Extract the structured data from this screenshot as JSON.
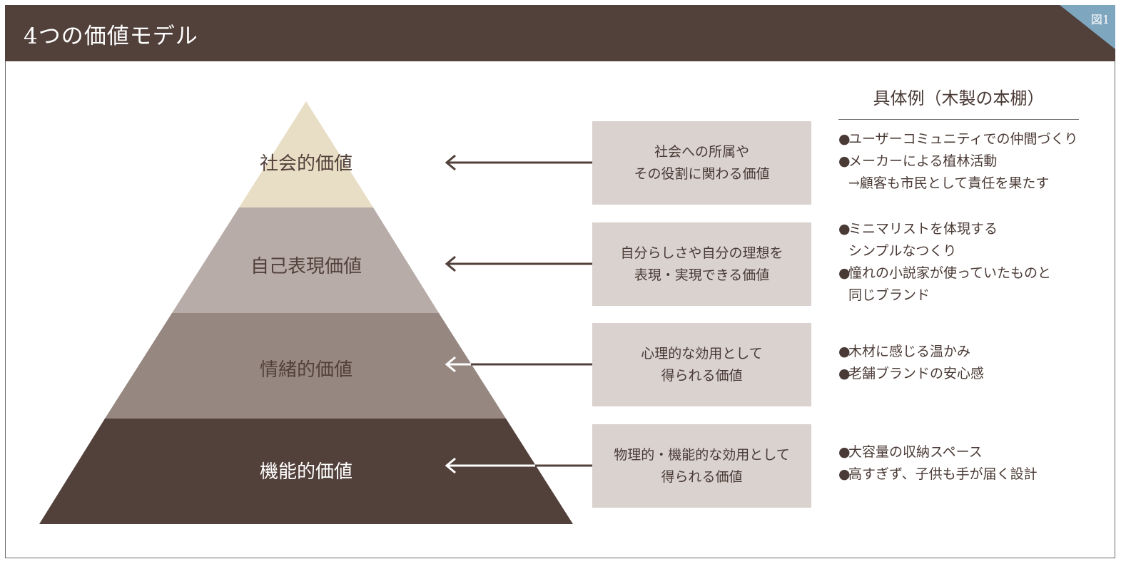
{
  "header": {
    "title": "4つの価値モデル",
    "figure_label": "図1"
  },
  "colors": {
    "header_bg": "#52403a",
    "corner_tab": "#7fa6bf",
    "tier_social": "#e8dec5",
    "tier_self_expression": "#b8aca8",
    "tier_emotional": "#978781",
    "tier_functional": "#52403a",
    "box_bg": "#d9d2cf",
    "arrow": "#52403a"
  },
  "pyramid": {
    "tiers": [
      {
        "label": "社会的価値",
        "description": [
          "社会への所属や",
          "その役割に関わる価値"
        ]
      },
      {
        "label": "自己表現価値",
        "description": [
          "自分らしさや自分の理想を",
          "表現・実現できる価値"
        ]
      },
      {
        "label": "情緒的価値",
        "description": [
          "心理的な効用として",
          "得られる価値"
        ]
      },
      {
        "label": "機能的価値",
        "description": [
          "物理的・機能的な効用として",
          "得られる価値"
        ]
      }
    ]
  },
  "examples": {
    "title": "具体例（木製の本棚）",
    "groups": [
      [
        [
          "ユーザーコミュニティでの仲間づくり"
        ],
        [
          "メーカーによる植林活動",
          "→顧客も市民として責任を果たす"
        ]
      ],
      [
        [
          "ミニマリストを体現する",
          "シンプルなつくり"
        ],
        [
          "憧れの小説家が使っていたものと",
          "同じブランド"
        ]
      ],
      [
        [
          "木材に感じる温かみ"
        ],
        [
          "老舗ブランドの安心感"
        ]
      ],
      [
        [
          "大容量の収納スペース"
        ],
        [
          "高すぎず、子供も手が届く設計"
        ]
      ]
    ]
  }
}
